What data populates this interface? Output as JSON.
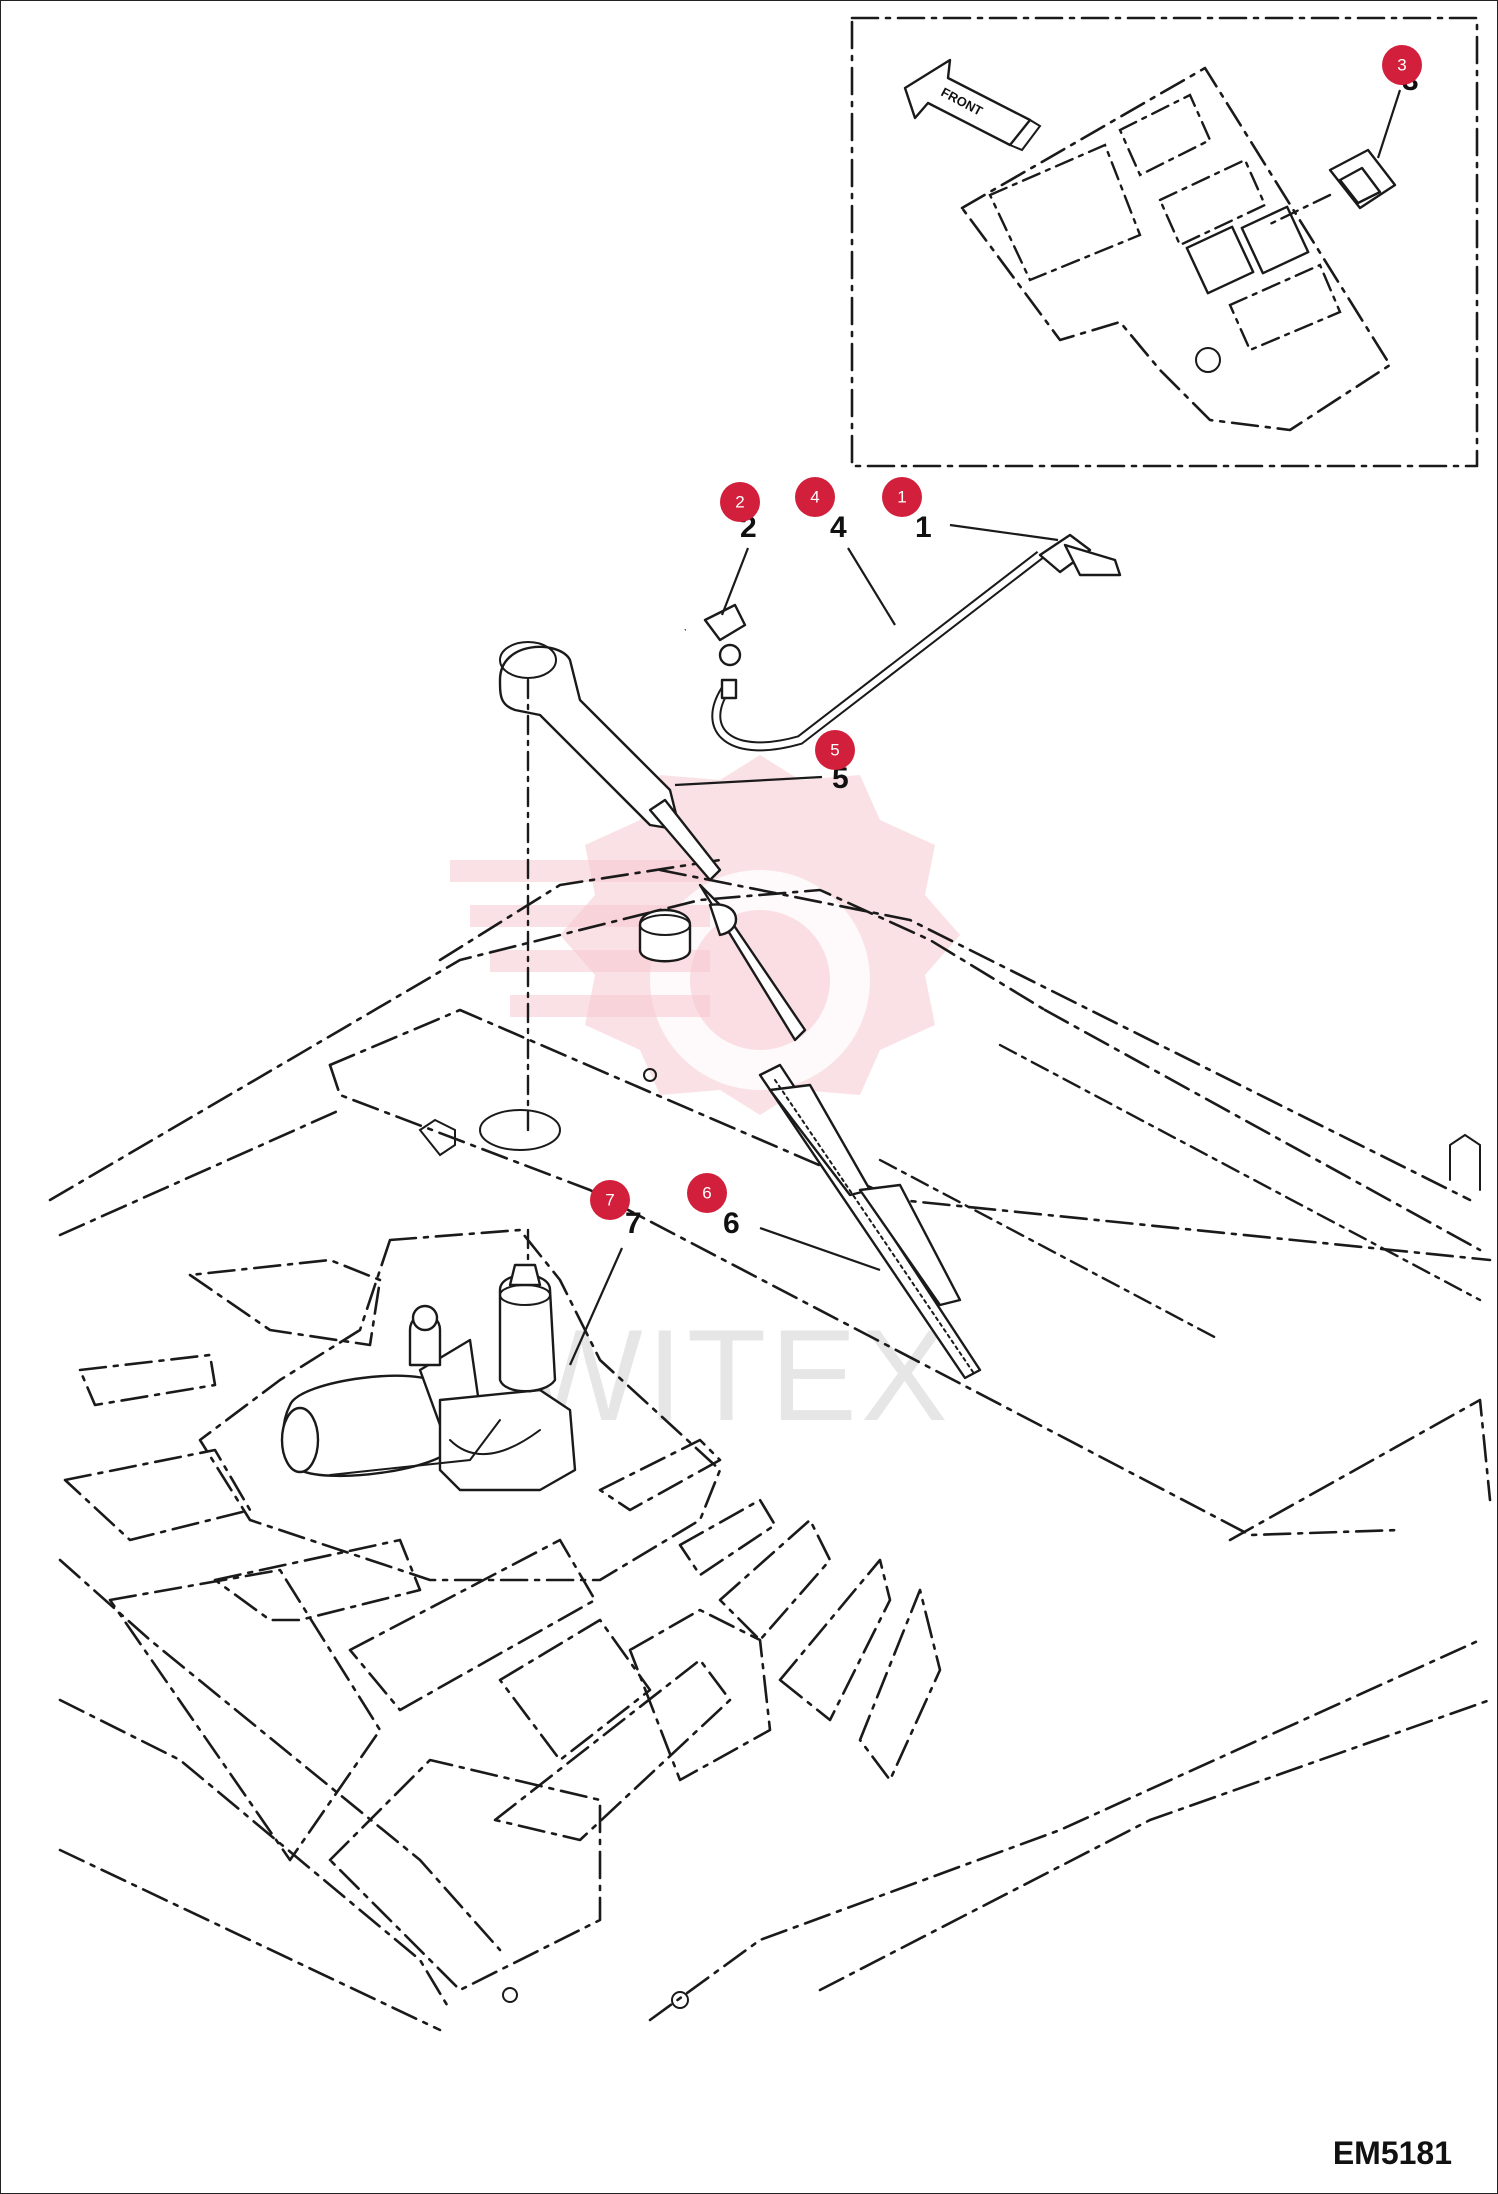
{
  "diagram": {
    "code": "EM5181",
    "watermark": "WITEX",
    "inset_arrow_label": "FRONT",
    "callouts": [
      {
        "id": "1",
        "label": "1"
      },
      {
        "id": "2",
        "label": "2"
      },
      {
        "id": "3",
        "label": "3"
      },
      {
        "id": "4",
        "label": "4"
      },
      {
        "id": "5",
        "label": "5"
      },
      {
        "id": "6",
        "label": "6"
      },
      {
        "id": "7",
        "label": "7"
      }
    ],
    "colors": {
      "badge": "#d21f3c",
      "lines": "#1a1a1a",
      "watermark": "#f6c9cf"
    }
  }
}
